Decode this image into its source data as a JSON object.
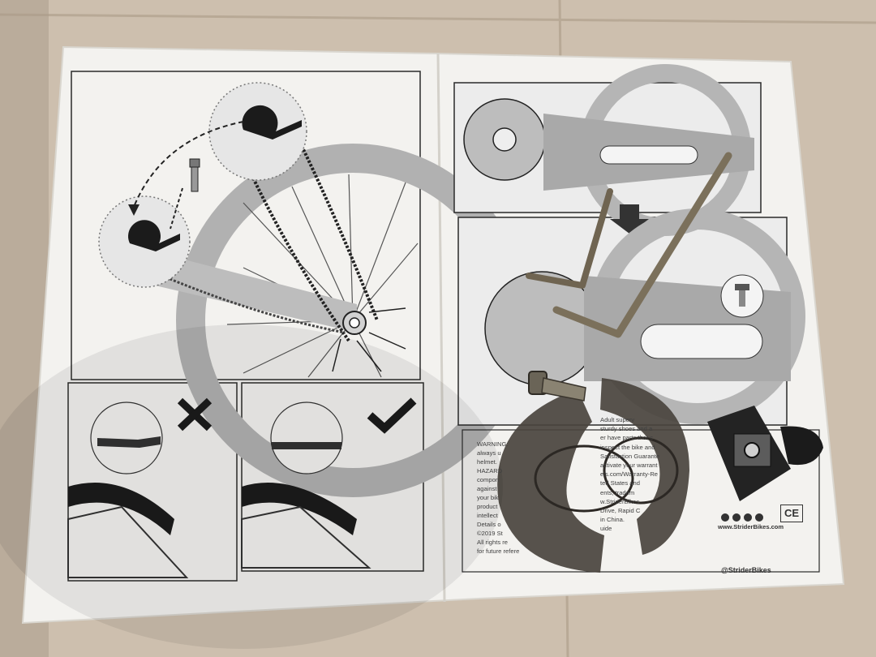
{
  "photo": {
    "subject": "",
    "colors": {
      "floor": "#cdbfae",
      "paper": "#f3f2ef",
      "ink": "#1b1b1b",
      "gray_print": "#a9a9a9",
      "plastic_guard": "#4a443e",
      "metal_wrench": "#7a6f5c",
      "bracket": "#232323"
    }
  },
  "sheet": {
    "warning_lines": [
      "WARNING:",
      "always u",
      "helmet.",
      "HAZARD",
      "compon",
      "against",
      "your bik",
      "product",
      "intellect",
      "Details o",
      "©2019 St",
      "All rights re",
      "for future refere"
    ],
    "warning_fragments_right": [
      "Adult superv",
      "sturdy shoes and a",
      "er have parts that c",
      "inspect the bike and",
      "Satisfaction Guarante",
      "activate your warrant",
      "els.com/Warranty-Re",
      "ted States and",
      "ents, tradem",
      "w.StriderBikes",
      "Drive, Rapid C",
      "in China.",
      "uide"
    ],
    "handle": "@StriderBikes",
    "website": "www.StriderBikes.com",
    "ce_mark": "CE"
  }
}
